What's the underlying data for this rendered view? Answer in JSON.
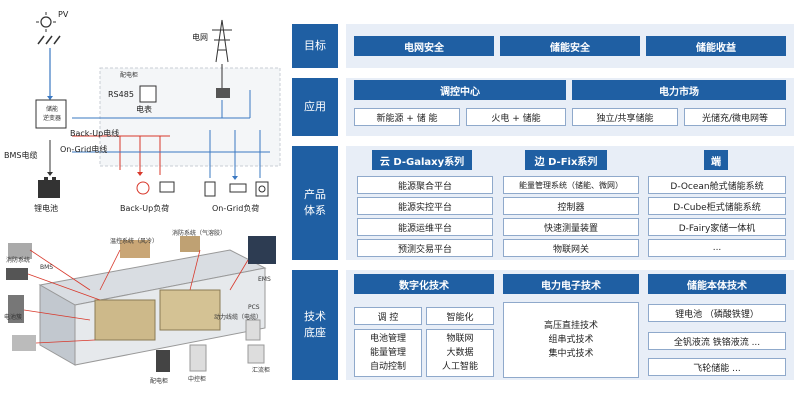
{
  "schematic": {
    "pv": "PV",
    "grid": "电网",
    "rs485": "RS485",
    "meter": "电表",
    "inverter": "储能\n逆变器",
    "backup_line": "Back-Up电线",
    "ongrid_line": "On-Grid电线",
    "bms_line": "BMS电缆",
    "battery": "锂电池",
    "backup_load": "Back-Up负荷",
    "ongrid_load": "On-Grid负荷",
    "box_tag": "配电柜"
  },
  "container": {
    "labels": [
      "温控系统（风冷）",
      "消防系统（气溶胶）",
      "BMS",
      "电池簇",
      "消防系统",
      "EMS",
      "动力线缆（电缆）",
      "PCS",
      "汇流柜",
      "配电柜",
      "中控柜"
    ]
  },
  "categories": [
    "目标",
    "应用",
    "产品\n体系",
    "技术\n底座"
  ],
  "goals": [
    "电网安全",
    "储能安全",
    "储能收益"
  ],
  "app": {
    "headers": [
      "调控中心",
      "电力市场"
    ],
    "items": [
      "新能源 + 储 能",
      "火电 + 储能",
      "独立/共享储能",
      "光储充/微电网等"
    ]
  },
  "products": {
    "columns": [
      {
        "tag": "云",
        "title": "D-Galaxy系列",
        "items": [
          "能源聚合平台",
          "能源实控平台",
          "能源运维平台",
          "预测交易平台"
        ]
      },
      {
        "tag": "边",
        "title": "D-Fix系列",
        "items": [
          "能量管理系统（储能、微网）",
          "控制器",
          "快速测量装置",
          "物联网关"
        ]
      },
      {
        "tag": "",
        "title": "端",
        "items": [
          "D-Ocean舱式储能系统",
          "D-Cube柜式储能系统",
          "D-Fairy家储一体机",
          "..."
        ]
      }
    ]
  },
  "tech": {
    "headers": [
      "数字化技术",
      "电力电子技术",
      "储能本体技术"
    ],
    "digital": {
      "left_top": "调 控",
      "right_top": "智能化",
      "left": [
        "电池管理",
        "能量管理",
        "自动控制"
      ],
      "right": [
        "物联网",
        "大数据",
        "人工智能"
      ]
    },
    "power": [
      "高压直挂技术",
      "组串式技术",
      "集中式技术"
    ],
    "storage": [
      "锂电池 （磷酸铁锂）",
      "全钒液流 铁铬液流 ...",
      "飞轮储能 ..."
    ]
  },
  "colors": {
    "primary": "#1f5fa3",
    "panel": "#e8eef7"
  }
}
